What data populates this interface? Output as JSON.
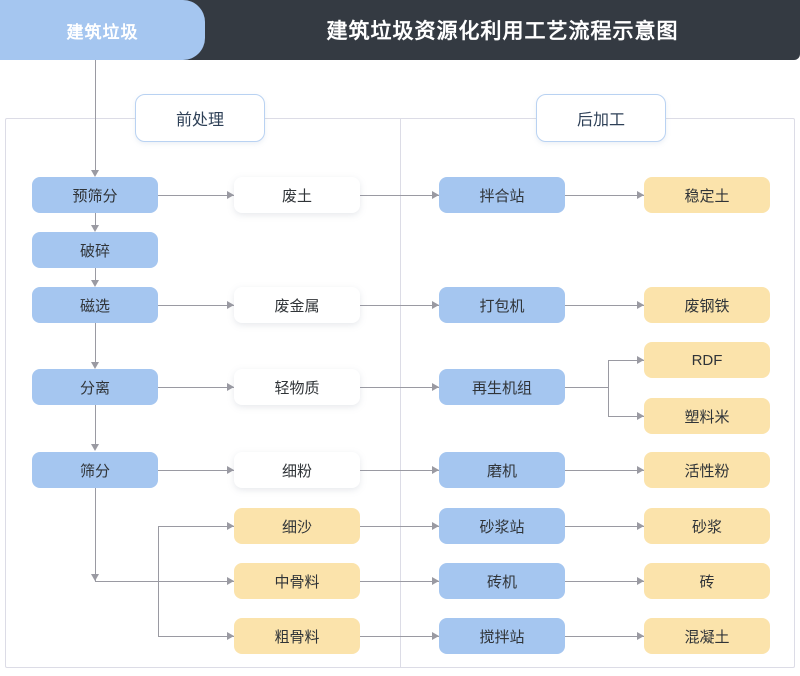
{
  "header": {
    "tab_label": "建筑垃圾",
    "title": "建筑垃圾资源化利用工艺流程示意图",
    "tab_color": "#a5c6f0",
    "bar_color": "#343a42"
  },
  "sections": {
    "pre_label": "前处理",
    "post_label": "后加工"
  },
  "palette": {
    "blue": "#a5c6f0",
    "yellow": "#fbe3ab",
    "white": "#ffffff",
    "connector": "#9a9aa2",
    "border": "#dcdce6"
  },
  "nodes": {
    "process": [
      {
        "id": "pre-screen",
        "label": "预筛分",
        "color": "blue"
      },
      {
        "id": "crush",
        "label": "破碎",
        "color": "blue"
      },
      {
        "id": "magnetic",
        "label": "磁选",
        "color": "blue"
      },
      {
        "id": "separate",
        "label": "分离",
        "color": "blue"
      },
      {
        "id": "screen",
        "label": "筛分",
        "color": "blue"
      }
    ],
    "intermediate": [
      {
        "id": "waste-soil",
        "label": "废土",
        "color": "white"
      },
      {
        "id": "waste-metal",
        "label": "废金属",
        "color": "white"
      },
      {
        "id": "light-matter",
        "label": "轻物质",
        "color": "white"
      },
      {
        "id": "fine-powder",
        "label": "细粉",
        "color": "white"
      },
      {
        "id": "fine-sand",
        "label": "细沙",
        "color": "yellow"
      },
      {
        "id": "mid-agg",
        "label": "中骨料",
        "color": "yellow"
      },
      {
        "id": "coarse-agg",
        "label": "粗骨料",
        "color": "yellow"
      }
    ],
    "equipment": [
      {
        "id": "mixing-station",
        "label": "拌合站",
        "color": "blue"
      },
      {
        "id": "baler",
        "label": "打包机",
        "color": "blue"
      },
      {
        "id": "regen-unit",
        "label": "再生机组",
        "color": "blue"
      },
      {
        "id": "mill",
        "label": "磨机",
        "color": "blue"
      },
      {
        "id": "mortar-station",
        "label": "砂浆站",
        "color": "blue"
      },
      {
        "id": "brick-machine",
        "label": "砖机",
        "color": "blue"
      },
      {
        "id": "concrete-plant",
        "label": "搅拌站",
        "color": "blue"
      }
    ],
    "products": [
      {
        "id": "stabilized-soil",
        "label": "稳定土",
        "color": "yellow"
      },
      {
        "id": "scrap-steel",
        "label": "废钢铁",
        "color": "yellow"
      },
      {
        "id": "rdf",
        "label": "RDF",
        "color": "yellow"
      },
      {
        "id": "plastic-pellet",
        "label": "塑料米",
        "color": "yellow"
      },
      {
        "id": "active-powder",
        "label": "活性粉",
        "color": "yellow"
      },
      {
        "id": "mortar",
        "label": "砂浆",
        "color": "yellow"
      },
      {
        "id": "brick",
        "label": "砖",
        "color": "yellow"
      },
      {
        "id": "concrete",
        "label": "混凝土",
        "color": "yellow"
      }
    ]
  }
}
